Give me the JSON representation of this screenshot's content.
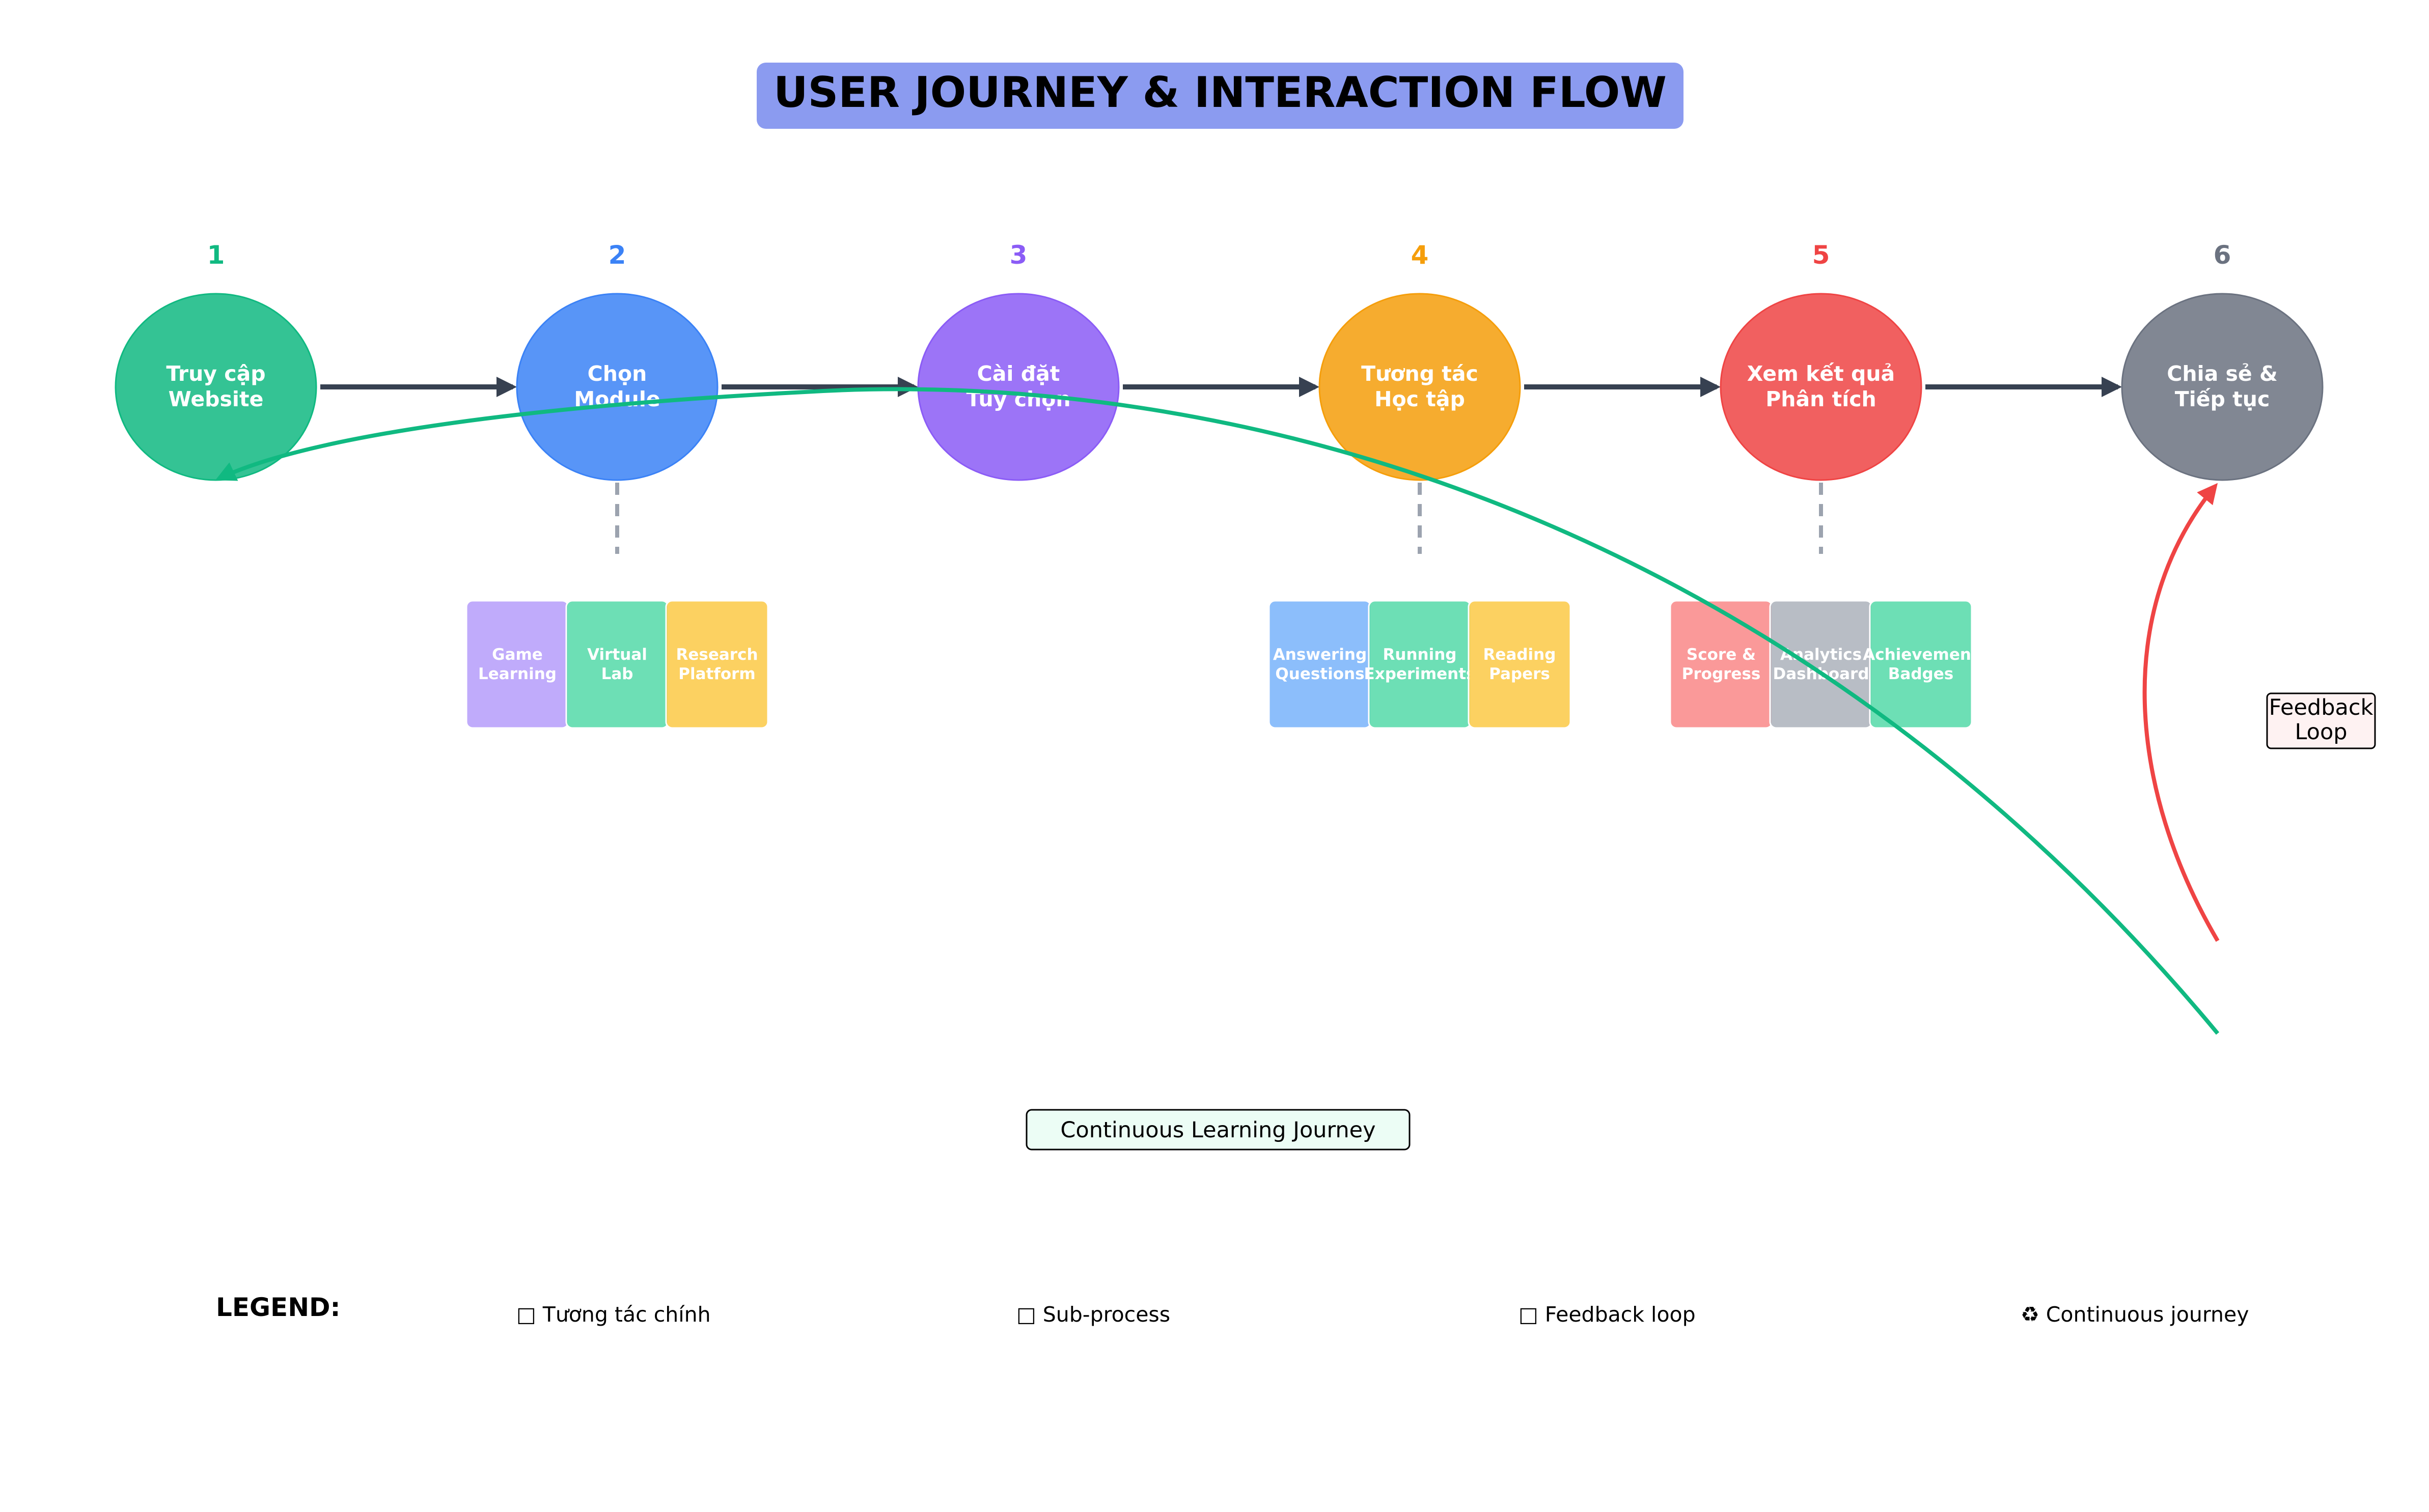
{
  "title": "USER JOURNEY & INTERACTION FLOW",
  "colors": {
    "title_bg": "#8B9BF0",
    "arrow": "#374151",
    "connector": "#9CA3AF",
    "loop_green": "#10B981",
    "loop_red": "#EF4444"
  },
  "steps": [
    {
      "number": "1",
      "line1": "Truy cập",
      "line2": "Website",
      "color": "#10B981"
    },
    {
      "number": "2",
      "line1": "Chọn",
      "line2": "Module",
      "color": "#3B82F6"
    },
    {
      "number": "3",
      "line1": "Cài đặt",
      "line2": "Tùy chọn",
      "color": "#8B5CF6"
    },
    {
      "number": "4",
      "line1": "Tương tác",
      "line2": "Học tập",
      "color": "#F59E0B"
    },
    {
      "number": "5",
      "line1": "Xem kết quả",
      "line2": "Phân tích",
      "color": "#EF4444"
    },
    {
      "number": "6",
      "line1": "Chia sẻ &",
      "line2": "Tiếp tục",
      "color": "#6B7280"
    }
  ],
  "subprocesses": [
    {
      "step": 2,
      "items": [
        {
          "line1": "Game",
          "line2": "Learning",
          "color": "#A78BFA"
        },
        {
          "line1": "Virtual",
          "line2": "Lab",
          "color": "#34D399"
        },
        {
          "line1": "Research",
          "line2": "Platform",
          "color": "#FBBF24"
        }
      ]
    },
    {
      "step": 4,
      "items": [
        {
          "line1": "Answering",
          "line2": "Questions",
          "color": "#60A5FA"
        },
        {
          "line1": "Running",
          "line2": "Experiments",
          "color": "#34D399"
        },
        {
          "line1": "Reading",
          "line2": "Papers",
          "color": "#FBBF24"
        }
      ]
    },
    {
      "step": 5,
      "items": [
        {
          "line1": "Score &",
          "line2": "Progress",
          "color": "#F87171"
        },
        {
          "line1": "Analytics",
          "line2": "Dashboard",
          "color": "#9CA3AF"
        },
        {
          "line1": "Achievement",
          "line2": "Badges",
          "color": "#34D399"
        }
      ]
    }
  ],
  "feedback_loop": {
    "line1": "Feedback",
    "line2": "Loop"
  },
  "continuous_label": "Continuous Learning Journey",
  "legend": {
    "heading": "LEGEND:",
    "items": [
      "□ Tương tác chính",
      "□ Sub-process",
      "□ Feedback loop",
      "♻ Continuous journey"
    ]
  }
}
